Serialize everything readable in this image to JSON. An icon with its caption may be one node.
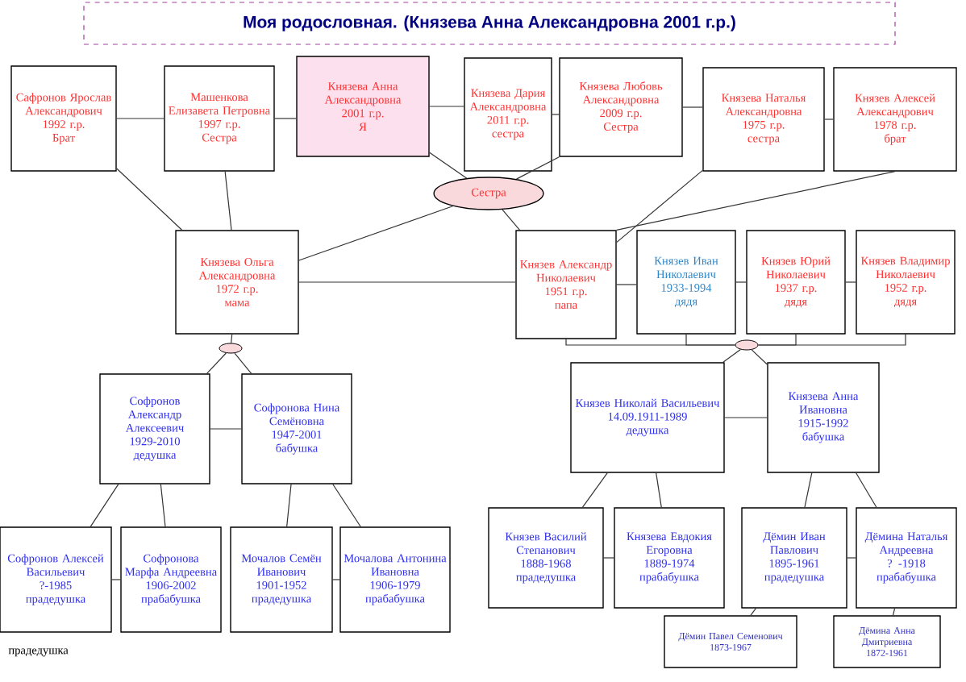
{
  "diagram": {
    "title": "Моя родословная. (Князева Анна Александровна 2001 г.р.)",
    "nodes": [
      {
        "text": [
          "Сафронов Ярослав Александрович",
          "1992 г.р.",
          "Брат"
        ]
      },
      {
        "text": [
          "Машенкова Елизавета Петровна",
          "1997 г.р.",
          "Сестра"
        ]
      },
      {
        "text": [
          "Князева Анна Александровна",
          "2001 г.р.",
          "Я"
        ]
      },
      {
        "text": [
          "Князева Дария Александровна",
          "2011 г.р.",
          "сестра"
        ]
      },
      {
        "text": [
          "Князева Любовь Александровна",
          "2009 г.р.",
          "Сестра"
        ]
      },
      {
        "text": [
          "Князева Наталья Александровна",
          "1975 г.р.",
          "сестра"
        ]
      },
      {
        "text": [
          "Князев Алексей Александрович",
          "1978 г.р.",
          "брат"
        ]
      },
      {
        "text": [
          "Сестра"
        ]
      },
      {
        "text": [
          "Князева Ольга Александровна",
          "1972 г.р.",
          "мама"
        ]
      },
      {
        "text": [
          "Князев Александр Николаевич",
          "1951 г.р.",
          "папа"
        ]
      },
      {
        "text": [
          "Князев Иван Николаевич",
          "1933-1994",
          "дядя"
        ]
      },
      {
        "text": [
          "Князев Юрий Николаевич",
          "1937 г.р.",
          "дядя"
        ]
      },
      {
        "text": [
          "Князев Владимир Николаевич",
          "1952 г.р.",
          "дядя"
        ]
      },
      {
        "text": [],
        "shape": "ellipse"
      },
      {
        "text": [],
        "shape": "ellipse"
      },
      {
        "text": [
          "Софронов Александр Алексеевич",
          "1929-2010",
          "дедушка"
        ]
      },
      {
        "text": [
          "Софронова Нина Семёновна",
          "1947-2001",
          "бабушка"
        ]
      },
      {
        "text": [
          "Князев Николай Васильевич",
          "14.09.1911-1989",
          "дедушка"
        ]
      },
      {
        "text": [
          "Князева Анна Ивановна",
          "1915-1992",
          "бабушка"
        ]
      },
      {
        "text": [
          "Софронов Алексей Васильевич",
          "?-1985",
          "прадедушка"
        ]
      },
      {
        "text": [
          "Софронова Марфа Андреевна",
          "1906-2002",
          "прабабушка"
        ]
      },
      {
        "text": [
          "Мочалов Семён Иванович",
          "1901-1952",
          "прадедушка"
        ]
      },
      {
        "text": [
          "Мочалова Антонина Ивановна",
          "1906-1979",
          "прабабушка"
        ]
      },
      {
        "text": [
          "Князев Василий Степанович",
          "1888-1968",
          "прадедушка"
        ]
      },
      {
        "text": [
          "Князева Евдокия Егоровна",
          "1889-1974",
          "прабабушка"
        ]
      },
      {
        "text": [
          "Дёмин Иван Павлович",
          "1895-1961",
          "прадедушка"
        ]
      },
      {
        "text": [
          "Дёмина Наталья Андреевна",
          "?  -1918",
          "прабабушка"
        ]
      },
      {
        "text": [
          "Дёмин Павел Семенович",
          "1873-1967"
        ]
      },
      {
        "text": [
          "Дёмина Анна Дмитриевна",
          "1872-1961"
        ]
      }
    ],
    "edges": [
      {
        "from": 0,
        "to": 1,
        "arrow": "none"
      },
      {
        "from": 1,
        "to": 2,
        "arrow": "none"
      },
      {
        "from": 2,
        "to": 3,
        "arrow": "none"
      },
      {
        "from": 3,
        "to": 4,
        "arrow": "none"
      },
      {
        "from": 4,
        "to": 5,
        "arrow": "none"
      },
      {
        "from": 5,
        "to": 6,
        "arrow": "none"
      },
      {
        "from": 0,
        "to": 8,
        "arrow": "none"
      },
      {
        "from": 1,
        "to": 8,
        "arrow": "none"
      },
      {
        "from": 2,
        "to": 7,
        "arrow": "none"
      },
      {
        "from": 4,
        "to": 7,
        "arrow": "none"
      },
      {
        "from": 8,
        "to": 7,
        "arrow": "none"
      },
      {
        "from": 7,
        "to": 9,
        "arrow": "none"
      },
      {
        "from": 5,
        "to": 9,
        "arrow": "none"
      },
      {
        "from": 6,
        "to": 9,
        "arrow": "none"
      },
      {
        "from": 8,
        "to": 9,
        "arrow": "none"
      },
      {
        "from": 9,
        "to": 10,
        "arrow": "none"
      },
      {
        "from": 10,
        "to": 11,
        "arrow": "none"
      },
      {
        "from": 11,
        "to": 12,
        "arrow": "none"
      },
      {
        "from": 8,
        "to": 13,
        "arrow": "none"
      },
      {
        "from": 13,
        "to": 15,
        "arrow": "none"
      },
      {
        "from": 13,
        "to": 16,
        "arrow": "none"
      },
      {
        "from": 9,
        "to": 14,
        "arrow": "none"
      },
      {
        "from": 10,
        "to": 14,
        "arrow": "none"
      },
      {
        "from": 11,
        "to": 14,
        "arrow": "none"
      },
      {
        "from": 12,
        "to": 14,
        "arrow": "none"
      },
      {
        "from": 14,
        "to": 17,
        "arrow": "none"
      },
      {
        "from": 14,
        "to": 18,
        "arrow": "none"
      },
      {
        "from": 15,
        "to": 16,
        "arrow": "none"
      },
      {
        "from": 17,
        "to": 18,
        "arrow": "none"
      },
      {
        "from": 15,
        "to": 19,
        "arrow": "none"
      },
      {
        "from": 15,
        "to": 20,
        "arrow": "none"
      },
      {
        "from": 16,
        "to": 21,
        "arrow": "none"
      },
      {
        "from": 16,
        "to": 22,
        "arrow": "none"
      },
      {
        "from": 19,
        "to": 20,
        "arrow": "none"
      },
      {
        "from": 21,
        "to": 22,
        "arrow": "none"
      },
      {
        "from": 17,
        "to": 23,
        "arrow": "none"
      },
      {
        "from": 17,
        "to": 24,
        "arrow": "none"
      },
      {
        "from": 23,
        "to": 24,
        "arrow": "none"
      },
      {
        "from": 18,
        "to": 25,
        "arrow": "none"
      },
      {
        "from": 18,
        "to": 26,
        "arrow": "none"
      },
      {
        "from": 25,
        "to": 26,
        "arrow": "none"
      },
      {
        "from": 25,
        "to": 27,
        "arrow": "none"
      },
      {
        "from": 26,
        "to": 28,
        "arrow": "none"
      }
    ],
    "labels": [
      "прадедушка"
    ]
  }
}
